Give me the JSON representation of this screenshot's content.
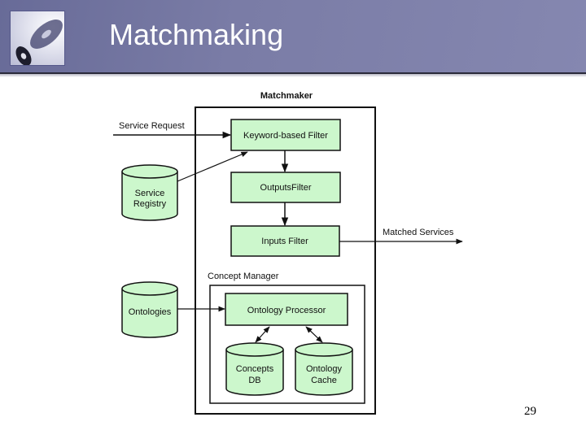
{
  "slide": {
    "title": "Matchmaking",
    "page_number": "29",
    "logo_icon": "cd-disc-icon"
  },
  "diagram": {
    "container_title": "Matchmaker",
    "inputs": {
      "service_request": "Service Request",
      "matched_services": "Matched Services"
    },
    "filters": {
      "keyword": "Keyword-based Filter",
      "outputs": "OutputsFilter",
      "inputs": "Inputs Filter"
    },
    "concept_manager": {
      "label": "Concept Manager",
      "processor": "Ontology Processor",
      "concepts_db": [
        "Concepts",
        "DB"
      ],
      "ontology_cache": [
        "Ontology",
        "Cache"
      ]
    },
    "external_stores": {
      "service_registry": [
        "Service",
        "Registry"
      ],
      "ontologies": "Ontologies"
    },
    "colors": {
      "box_fill": "#ccf7cc",
      "header_bg": "#7a7ca6",
      "stroke": "#111111"
    }
  }
}
